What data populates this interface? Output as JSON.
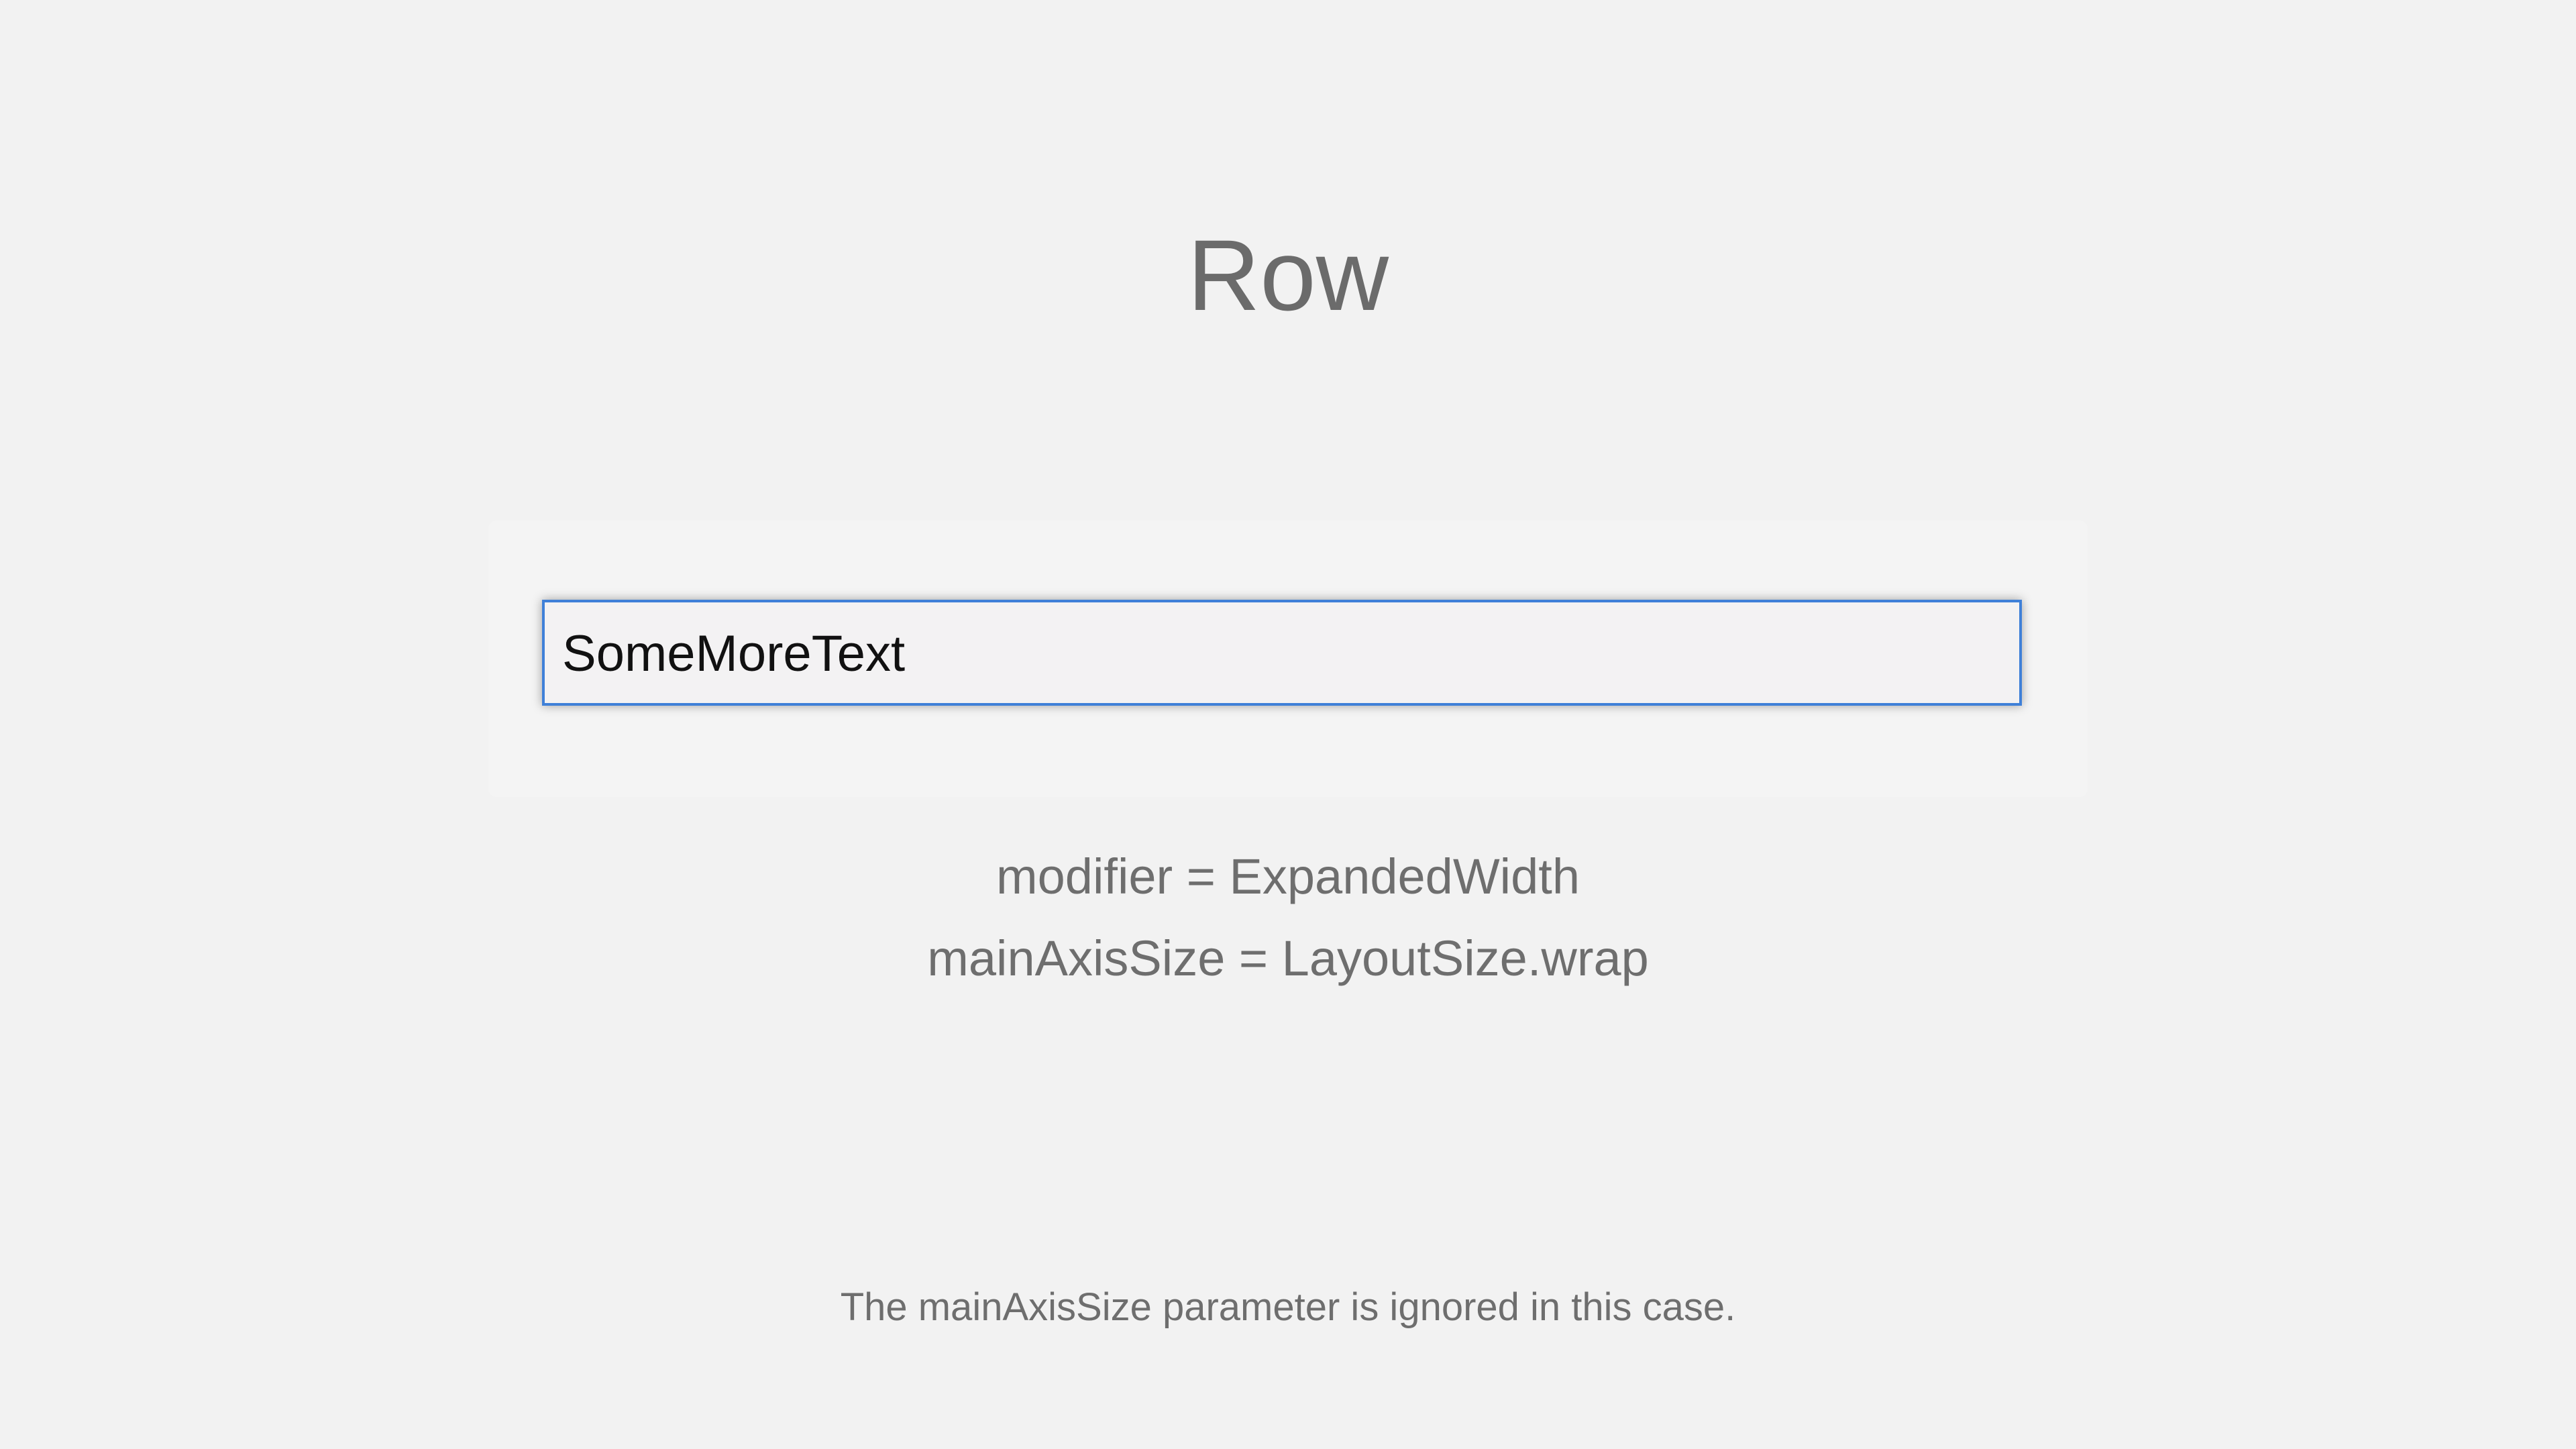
{
  "title": "Row",
  "row": {
    "item_text": "SomeMoreText"
  },
  "captions": [
    "modifier = ExpandedWidth",
    "mainAxisSize = LayoutSize.wrap"
  ],
  "footnote": "The mainAxisSize parameter is ignored in this case.",
  "colors": {
    "background": "#f2f2f2",
    "item_border": "#3f80d8",
    "text": "#6e6e6e"
  }
}
